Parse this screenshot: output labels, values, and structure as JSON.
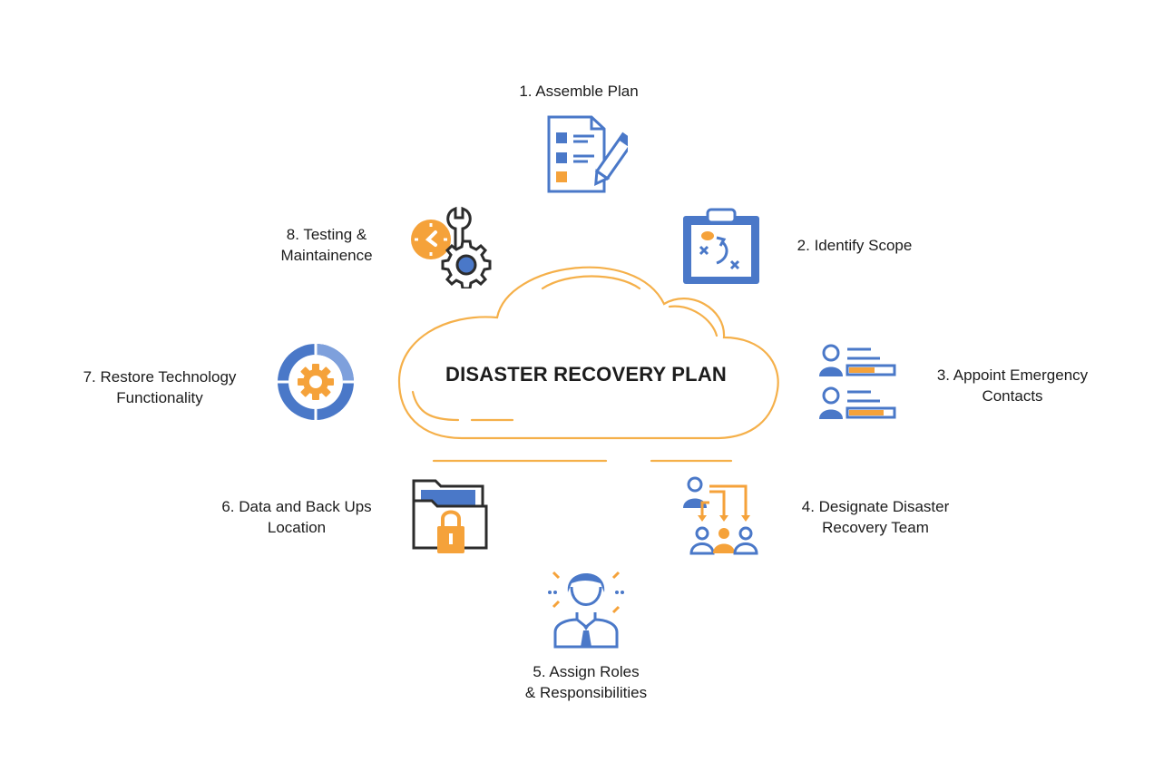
{
  "center": {
    "title": "DISASTER RECOVERY PLAN"
  },
  "steps": [
    {
      "lines": [
        "1. Assemble Plan"
      ],
      "icon": "checklist-pencil-icon"
    },
    {
      "lines": [
        "2. Identify Scope"
      ],
      "icon": "clipboard-strategy-icon"
    },
    {
      "lines": [
        "3. Appoint Emergency",
        "Contacts"
      ],
      "icon": "contact-list-icon"
    },
    {
      "lines": [
        "4. Designate Disaster",
        "Recovery Team"
      ],
      "icon": "team-delegation-icon"
    },
    {
      "lines": [
        "5. Assign Roles",
        "& Responsibilities"
      ],
      "icon": "person-tie-icon"
    },
    {
      "lines": [
        "6. Data and Back Ups",
        "Location"
      ],
      "icon": "locked-folder-icon"
    },
    {
      "lines": [
        "7. Restore Technology",
        "Functionality"
      ],
      "icon": "gear-cycle-icon"
    },
    {
      "lines": [
        "8. Testing &",
        "Maintainence"
      ],
      "icon": "wrench-gear-clock-icon"
    }
  ],
  "colors": {
    "blue": "#4a78c8",
    "orange": "#f5a23a",
    "dark": "#2c2c2c",
    "cloud": "#f5b04a"
  }
}
